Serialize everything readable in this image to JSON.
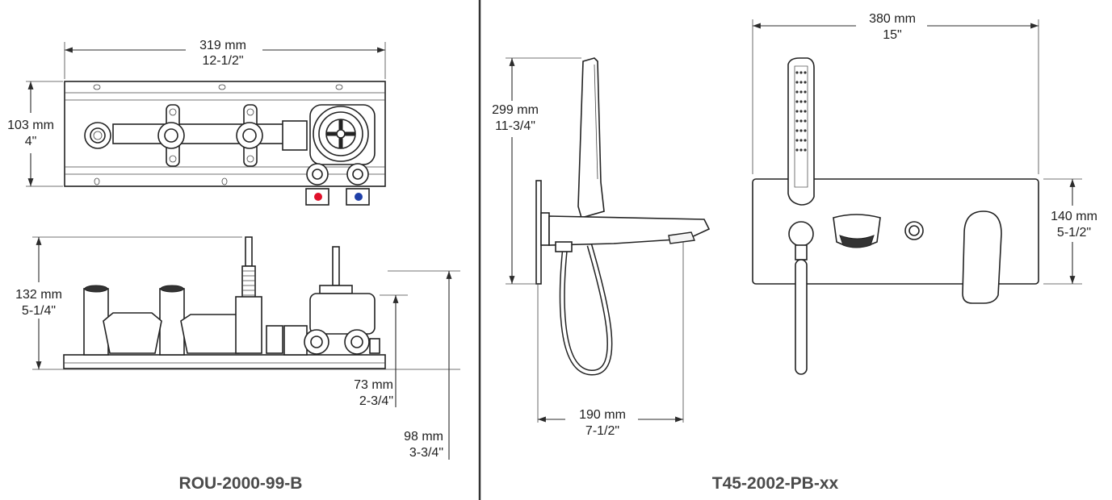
{
  "left_panel": {
    "top_view": {
      "width_mm": "319 mm",
      "width_in": "12-1/2\"",
      "height_mm": "103 mm",
      "height_in": "4\""
    },
    "side_view": {
      "height_mm": "132 mm",
      "height_in": "5-1/4\"",
      "depth1_mm": "73 mm",
      "depth1_in": "2-3/4\"",
      "depth2_mm": "98 mm",
      "depth2_in": "3-3/4\""
    },
    "model_code": "ROU-2000-99-B"
  },
  "right_panel": {
    "side_view": {
      "height_mm": "299 mm",
      "height_in": "11-3/4\"",
      "depth_mm": "190 mm",
      "depth_in": "7-1/2\""
    },
    "front_view": {
      "width_mm": "380 mm",
      "width_in": "15\"",
      "height_mm": "140 mm",
      "height_in": "5-1/2\""
    },
    "model_code": "T45-2002-PB-xx"
  },
  "colors": {
    "hot": "#e0102a",
    "cold": "#1f3fa8",
    "line": "#2b2b2b",
    "label": "#4a4a4a"
  }
}
